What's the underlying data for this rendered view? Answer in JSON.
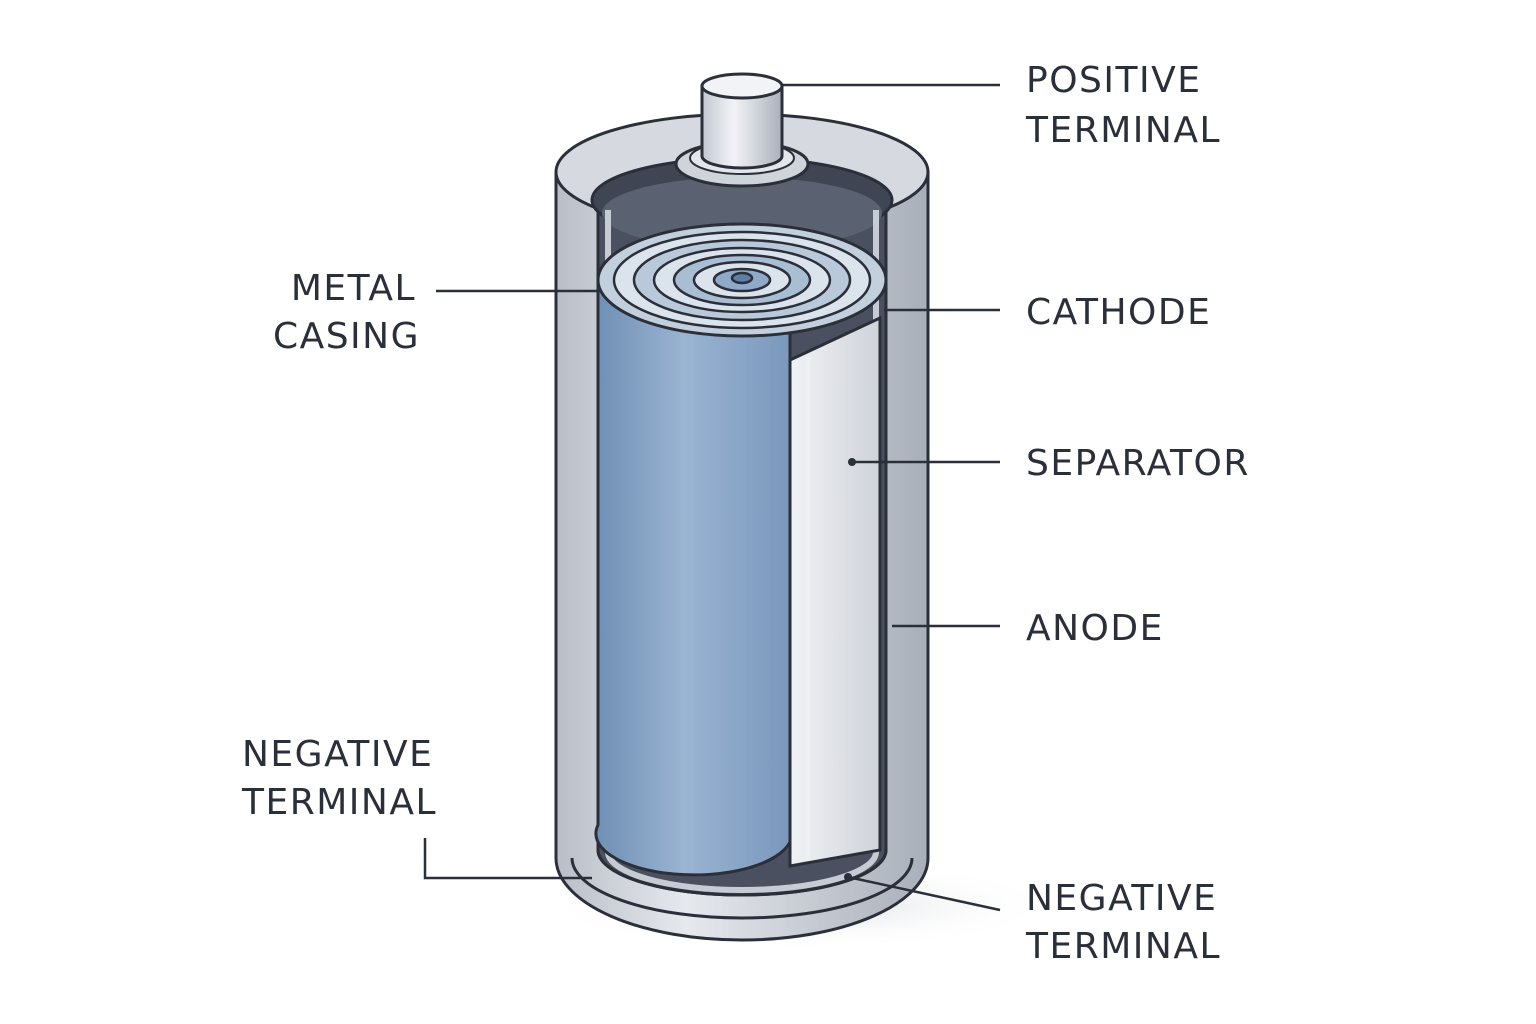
{
  "labels": {
    "positive_terminal": {
      "line1": "POSITIVE",
      "line2": "TERMINAL"
    },
    "cathode": "CATHODE",
    "separator": "SEPARATOR",
    "anode": "ANODE",
    "metal_casing": {
      "line1": "METAL",
      "line2": "CASING"
    },
    "negative_terminal_left": {
      "line1": "NEGATIVE",
      "line2": "TERMINAL"
    },
    "negative_terminal_right": {
      "line1": "NEGATIVE",
      "line2": "TERMINAL"
    }
  },
  "colors": {
    "outline": "#2b2f3a",
    "casing": "#c7cbd3",
    "casing_light": "#e4e7ec",
    "interior_dark": "#3f4552",
    "interior_mid": "#5a6170",
    "roll_blue": "#8ba9c9",
    "roll_blue_dark": "#6f8fb4",
    "separator_sheet": "#dfe2e7"
  }
}
